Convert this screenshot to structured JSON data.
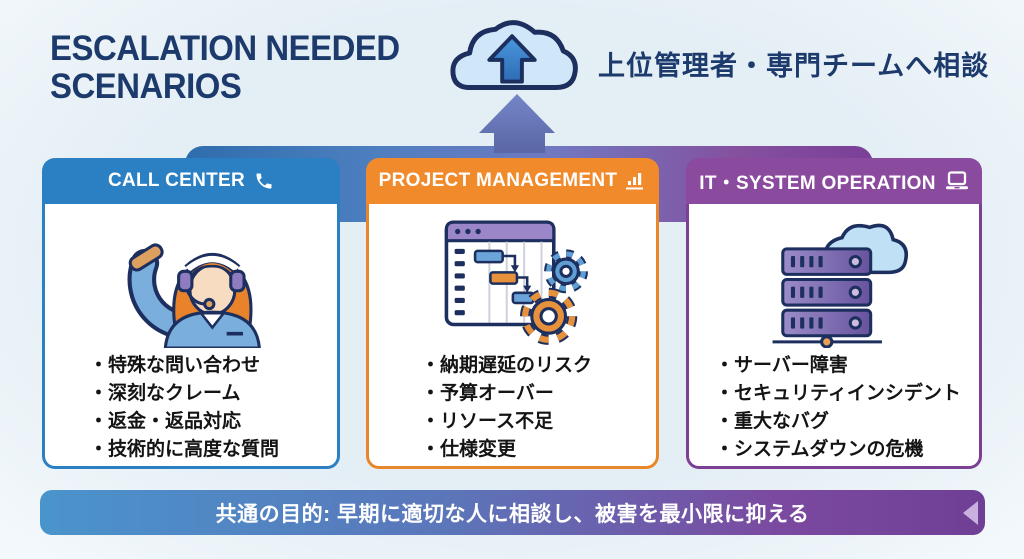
{
  "title": {
    "line1": "ESCALATION NEEDED",
    "line2": "SCENARIOS"
  },
  "escalation_target": {
    "label": "上位管理者・専門チームへ相談"
  },
  "cards": [
    {
      "id": "call-center",
      "header": "CALL CENTER",
      "icon": "phone-icon",
      "accent_color": "#2b80c4",
      "items": [
        "特殊な問い合わせ",
        "深刻なクレーム",
        "返金・返品対応",
        "技術的に高度な質問"
      ]
    },
    {
      "id": "project-management",
      "header": "PROJECT MANAGEMENT",
      "icon": "bar-chart-icon",
      "accent_color": "#f08a2b",
      "items": [
        "納期遅延のリスク",
        "予算オーバー",
        "リソース不足",
        "仕様変更"
      ]
    },
    {
      "id": "it-system-operation",
      "header": "IT・SYSTEM OPERATION",
      "icon": "laptop-icon",
      "accent_color": "#8a4a9e",
      "items": [
        "サーバー障害",
        "セキュリティインシデント",
        "重大なバグ",
        "システムダウンの危機"
      ]
    }
  ],
  "banner": {
    "text": "共通の目的: 早期に適切な人に相談し、被害を最小限に抑える"
  },
  "colors": {
    "background": "#e4eef5",
    "navy_text": "#1c3a6c",
    "outline_navy": "#1d2f5e",
    "blue_accent": "#2b80c4",
    "orange_accent": "#f08a2b",
    "purple_accent": "#8a4a9e",
    "band_gradient_start": "#2e6dad",
    "band_gradient_end": "#7b3f98",
    "banner_gradient_start": "#4a94cc",
    "banner_gradient_end": "#6f3f96",
    "cloud_fill": "#cfe7f8",
    "arrow_slate": "#6b79bc"
  }
}
